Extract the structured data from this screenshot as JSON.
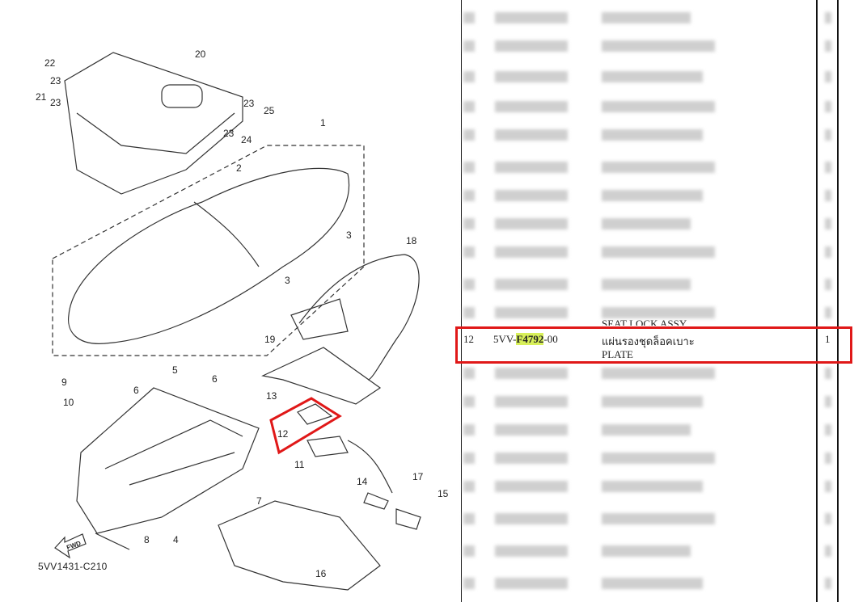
{
  "diagram": {
    "code": "5VV1431-C210",
    "fwd_label": "FWD",
    "callouts": [
      "20",
      "22",
      "21",
      "23",
      "23",
      "23",
      "25",
      "23",
      "24",
      "1",
      "2",
      "3",
      "3",
      "18",
      "19",
      "13",
      "12",
      "11",
      "9",
      "10",
      "6",
      "5",
      "6",
      "7",
      "8",
      "4",
      "14",
      "17",
      "15",
      "16"
    ],
    "highlight_color": "#e01818"
  },
  "parts_table": {
    "prev_row_desc": "SEAT LOCK ASSY",
    "highlighted_row": {
      "ref_no": "12",
      "part_prefix": "5VV-",
      "part_highlight": "F4792",
      "part_suffix": "-00",
      "desc_thai": "แผ่นรองชุดล็อคเบาะ",
      "desc_en": "PLATE",
      "qty": "1"
    },
    "highlight_color": "#e01818",
    "search_highlight_color": "#d8f05a"
  }
}
